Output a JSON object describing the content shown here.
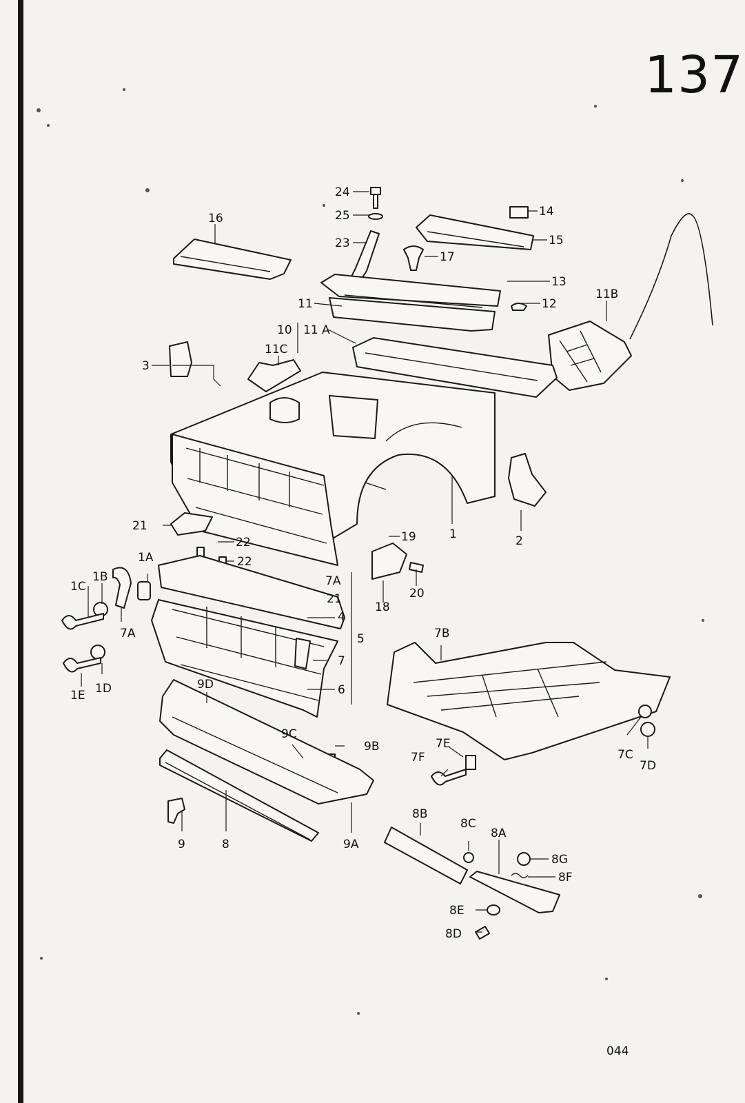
{
  "page_number": "137",
  "footer_code": "044",
  "callouts": [
    "24",
    "25",
    "23",
    "16",
    "17",
    "14",
    "15",
    "13",
    "11",
    "12",
    "11B",
    "10",
    "11 A",
    "11C",
    "3",
    "1",
    "2",
    "21",
    "22",
    "22",
    "19",
    "20",
    "18",
    "1A",
    "1B",
    "1C",
    "7A",
    "7A",
    "21",
    "4",
    "5",
    "7",
    "6",
    "1E",
    "1D",
    "9D",
    "7B",
    "9C",
    "9B",
    "7E",
    "7F",
    "7C",
    "7D",
    "9",
    "8",
    "9A",
    "8B",
    "8C",
    "8A",
    "8G",
    "8F",
    "8E",
    "8D"
  ]
}
